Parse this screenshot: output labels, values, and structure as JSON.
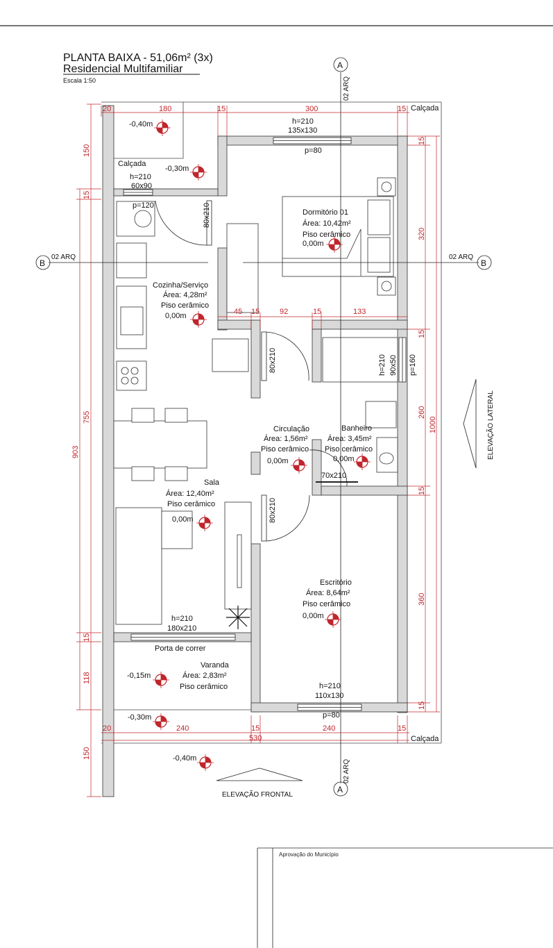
{
  "header": {
    "title": "PLANTA BAIXA - 51,06m² (3x)",
    "subtitle": "Residencial Multifamiliar",
    "scale": "Escala 1:50"
  },
  "rooms": {
    "dormitorio": {
      "name": "Dormitório 01",
      "area": "Área: 10,42m²",
      "floor": "Piso cerâmico",
      "level": "0,00m"
    },
    "cozinha": {
      "name": "Cozinha/Serviço",
      "area": "Área: 4,28m²",
      "floor": "Piso cerâmico",
      "level": "0,00m"
    },
    "circulacao": {
      "name": "Circulação",
      "area": "Área: 1,56m²",
      "floor": "Piso cerâmico",
      "level": "0,00m"
    },
    "banheiro": {
      "name": "Banheiro",
      "area": "Área: 3,45m²",
      "floor": "Piso cerâmico",
      "level": "0,00m"
    },
    "sala": {
      "name": "Sala",
      "area": "Área: 12,40m²",
      "floor": "Piso cerâmico",
      "level": "0,00m"
    },
    "escritorio": {
      "name": "Escritório",
      "area": "Área: 8,64m²",
      "floor": "Piso cerâmico",
      "level": "0,00m"
    },
    "varanda": {
      "name": "Varanda",
      "area": "Área: 2,83m²",
      "floor": "Piso cerâmico"
    }
  },
  "levels": {
    "top1": "-0,40m",
    "top2": "-0,30m",
    "varanda": "-0,15m",
    "bottom1": "-0,30m",
    "bottom2": "-0,40m"
  },
  "labels": {
    "calcada_top": "Calçada",
    "calcada_inner": "Calçada",
    "calcada_bottom": "Calçada",
    "porta_correr": "Porta de correr",
    "elev_frontal": "ELEVAÇÃO FRONTAL",
    "elev_lateral": "ELEVAÇÃO LATERAL",
    "section_a": "A",
    "section_b": "B",
    "arq": "02 ARQ",
    "approval": "Aprovação do Município"
  },
  "openings": {
    "dorm_window_h": "h=210",
    "dorm_window_size": "135x130",
    "dorm_window_p": "p=80",
    "kitchen_window_h": "h=210",
    "kitchen_window_size": "60x90",
    "kitchen_window_p": "p=120",
    "kitchen_door": "80x210",
    "dorm_door": "80x210",
    "office_door": "80x210",
    "bath_window_h": "h=210",
    "bath_window_size": "90x50",
    "bath_window_p": "p=160",
    "bath_door": "70x210",
    "sala_door_h": "h=210",
    "sala_door_size": "180x210",
    "office_window_h": "h=210",
    "office_window_size": "110x130",
    "office_window_p": "p=80"
  },
  "dims": {
    "top_20": "20",
    "top_180": "180",
    "top_15a": "15",
    "top_300": "300",
    "top_15b": "15",
    "mid_45": "45",
    "mid_15a": "15",
    "mid_92": "92",
    "mid_15b": "15",
    "mid_133": "133",
    "bot_20": "20",
    "bot_240a": "240",
    "bot_15a": "15",
    "bot_240b": "240",
    "bot_15b": "15",
    "bot_530": "530",
    "left_150a": "150",
    "left_15a": "15",
    "left_755": "755",
    "left_903": "903",
    "left_15b": "15",
    "left_118": "118",
    "left_150b": "150",
    "right_15a": "15",
    "right_320": "320",
    "right_15b": "15",
    "right_260": "260",
    "right_1000": "1000",
    "right_15c": "15",
    "right_360": "360",
    "right_15d": "15"
  }
}
